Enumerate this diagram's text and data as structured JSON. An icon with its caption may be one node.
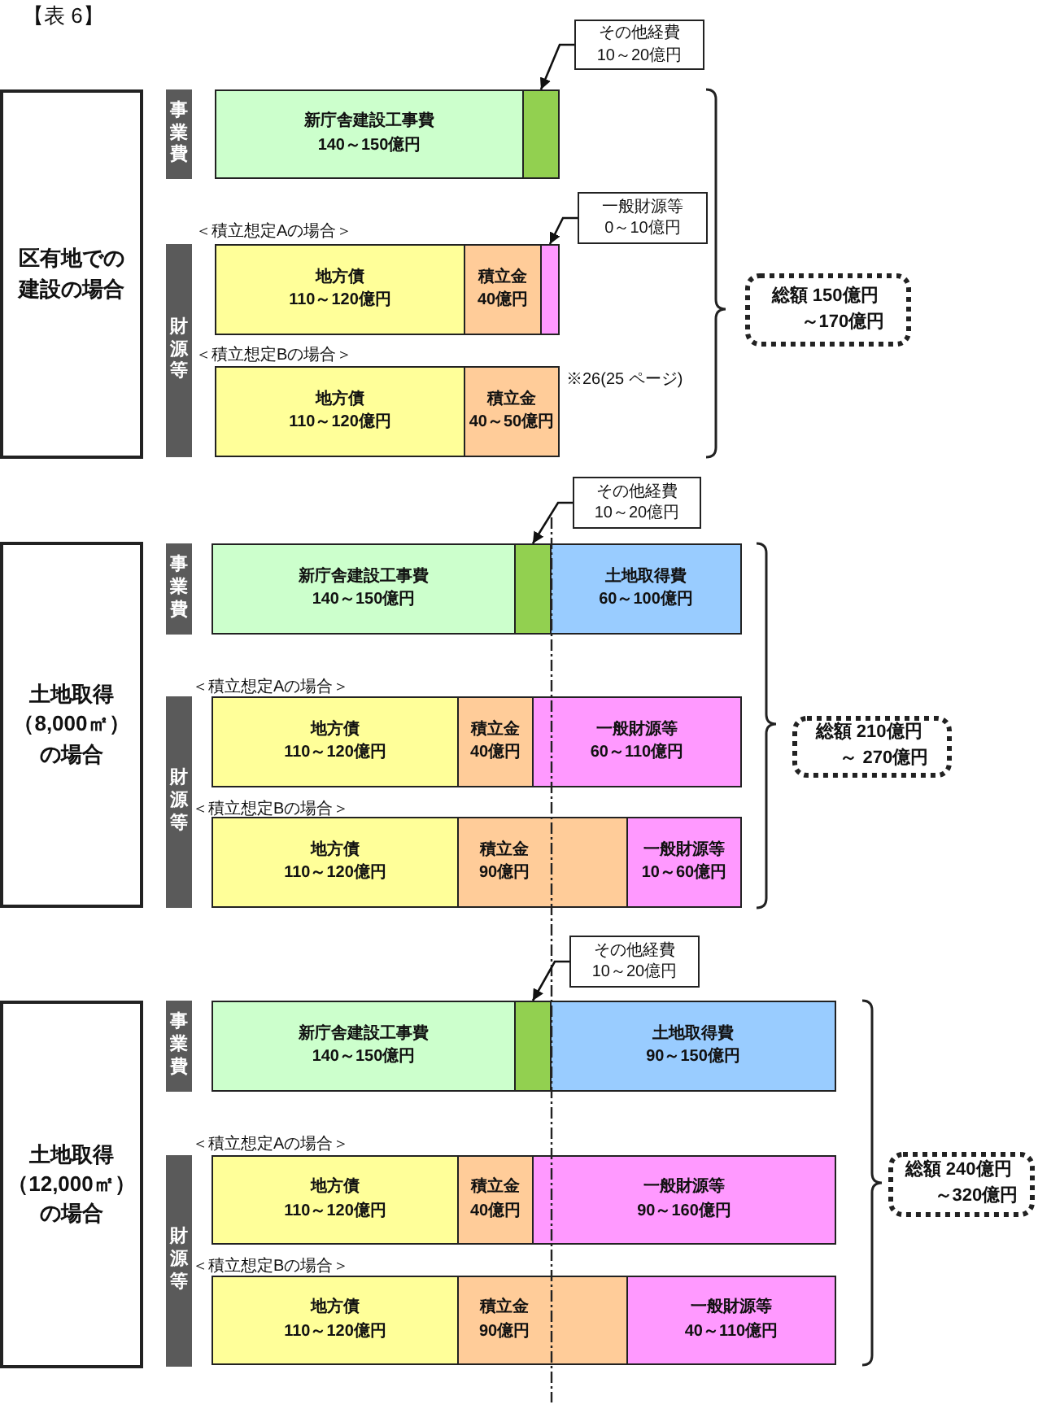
{
  "diagram": {
    "title": "【表 6】",
    "nodes": [
      {
        "text": [
          "区有地での建設の場合"
        ]
      },
      {
        "text": [
          "事業費"
        ]
      },
      {
        "text": [
          "新庁舎建設工事費",
          "140～150億円"
        ]
      },
      {
        "text": [],
        "shape": "bar"
      },
      {
        "text": [
          "その他経費",
          "10～20億円"
        ]
      },
      {
        "text": [
          "財源等"
        ]
      },
      {
        "text": [
          "地方債",
          "110～120億円"
        ]
      },
      {
        "text": [
          "積立金",
          "40億円"
        ]
      },
      {
        "text": [],
        "shape": "bar"
      },
      {
        "text": [
          "一般財源等",
          "0～10億円"
        ]
      },
      {
        "text": [
          "地方債",
          "110～120億円"
        ]
      },
      {
        "text": [
          "積立金",
          "40～50億円"
        ],
        "beside": [
          "※26(25 ページ)"
        ]
      },
      {
        "text": [
          "総額 150億円～170億円"
        ]
      },
      {
        "text": [
          "土地取得（8,000㎡）の場合"
        ]
      },
      {
        "text": [
          "事業費"
        ]
      },
      {
        "text": [
          "新庁舎建設工事費",
          "140～150億円"
        ]
      },
      {
        "text": [],
        "shape": "bar"
      },
      {
        "text": [
          "土地取得費",
          "60～100億円"
        ]
      },
      {
        "text": [
          "その他経費",
          "10～20億円"
        ]
      },
      {
        "text": [
          "財源等"
        ]
      },
      {
        "text": [
          "地方債",
          "110～120億円"
        ]
      },
      {
        "text": [
          "積立金",
          "40億円"
        ]
      },
      {
        "text": [
          "一般財源等",
          "60～110億円"
        ]
      },
      {
        "text": [
          "地方債",
          "110～120億円"
        ]
      },
      {
        "text": [
          "積立金",
          "90億円"
        ]
      },
      {
        "text": [
          "一般財源等",
          "10～60億円"
        ]
      },
      {
        "text": [
          "総額 210億円～ 270億円"
        ]
      },
      {
        "text": [
          "土地取得（12,000㎡）の場合"
        ]
      },
      {
        "text": [
          "事業費"
        ]
      },
      {
        "text": [
          "新庁舎建設工事費",
          "140～150億円"
        ]
      },
      {
        "text": [],
        "shape": "bar"
      },
      {
        "text": [
          "土地取得費",
          "90～150億円"
        ]
      },
      {
        "text": [
          "その他経費",
          "10～20億円"
        ]
      },
      {
        "text": [
          "財源等"
        ]
      },
      {
        "text": [
          "地方債",
          "110～120億円"
        ]
      },
      {
        "text": [
          "積立金",
          "40億円"
        ]
      },
      {
        "text": [
          "一般財源等",
          "90～160億円"
        ]
      },
      {
        "text": [
          "地方債",
          "110～120億円"
        ]
      },
      {
        "text": [
          "積立金",
          "90億円"
        ]
      },
      {
        "text": [
          "一般財源等",
          "40～110億円"
        ]
      },
      {
        "text": [
          "総額 240億円～320億円"
        ]
      }
    ],
    "edges": [
      {
        "from": 4,
        "to": 3,
        "arrow": "to"
      },
      {
        "from": 9,
        "to": 8,
        "arrow": "to"
      },
      {
        "from": 18,
        "to": 16,
        "arrow": "to"
      },
      {
        "from": 32,
        "to": 30,
        "arrow": "to"
      }
    ],
    "labels": [
      "＜積立想定Aの場合＞",
      "＜積立想定Bの場合＞",
      "＜積立想定Aの場合＞",
      "＜積立想定Bの場合＞",
      "＜積立想定Aの場合＞",
      "＜積立想定Bの場合＞"
    ]
  }
}
